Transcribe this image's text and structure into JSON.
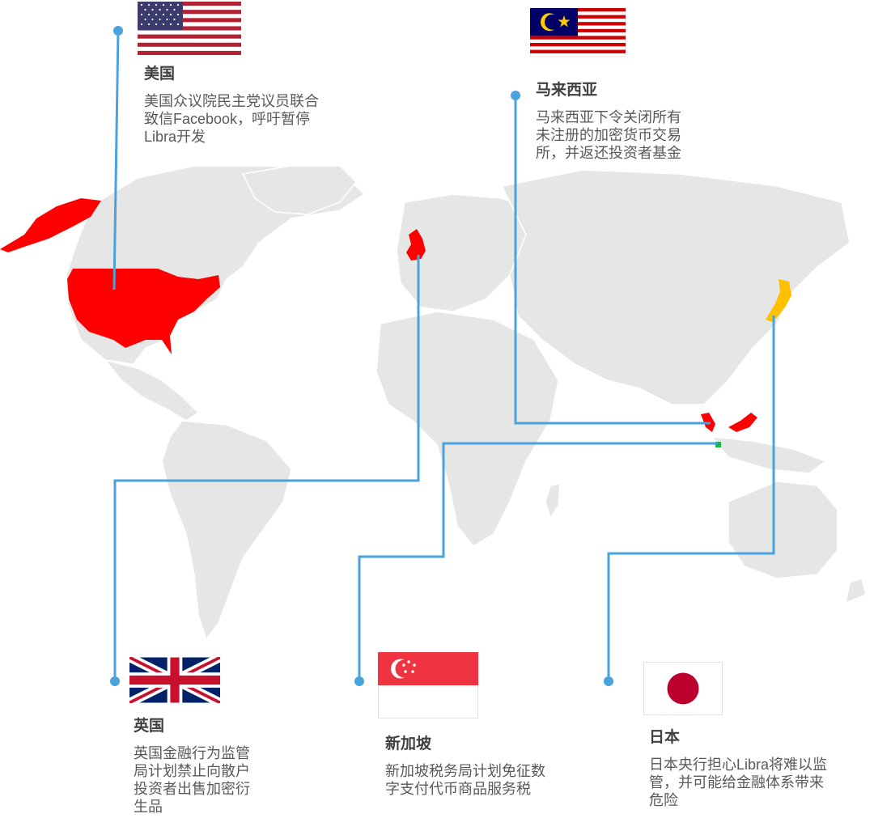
{
  "countries": {
    "usa": {
      "name": "美国",
      "desc_lines": [
        "美国众议院民主党议员联合",
        "致信Facebook，呼吁暂停",
        "Libra开发"
      ]
    },
    "malaysia": {
      "name": "马来西亚",
      "desc_lines": [
        "马来西亚下令关闭所有",
        "未注册的加密货币交易",
        "所，并返还投资者基金"
      ]
    },
    "uk": {
      "name": "英国",
      "desc_lines": [
        "英国金融行为监管",
        "局计划禁止向散户",
        "投资者出售加密衍",
        "生品"
      ]
    },
    "singapore": {
      "name": "新加坡",
      "desc_lines": [
        "新加坡税务局计划免征数",
        "字支付代币商品服务税"
      ]
    },
    "japan": {
      "name": "日本",
      "desc_lines": [
        "日本央行担心Libra将难以监",
        "管，并可能给金融体系带来",
        "危险"
      ]
    }
  },
  "colors": {
    "connector": "#4aa3dc",
    "highlight_red": "#ff0000",
    "highlight_japan": "#ffc000",
    "highlight_singapore": "#22b14c",
    "land": "#e6e6e6",
    "land_border": "#ffffff"
  },
  "icons": {
    "usa_flag": "usa-flag-icon",
    "malaysia_flag": "malaysia-flag-icon",
    "uk_flag": "uk-flag-icon",
    "singapore_flag": "singapore-flag-icon",
    "japan_flag": "japan-flag-icon"
  }
}
